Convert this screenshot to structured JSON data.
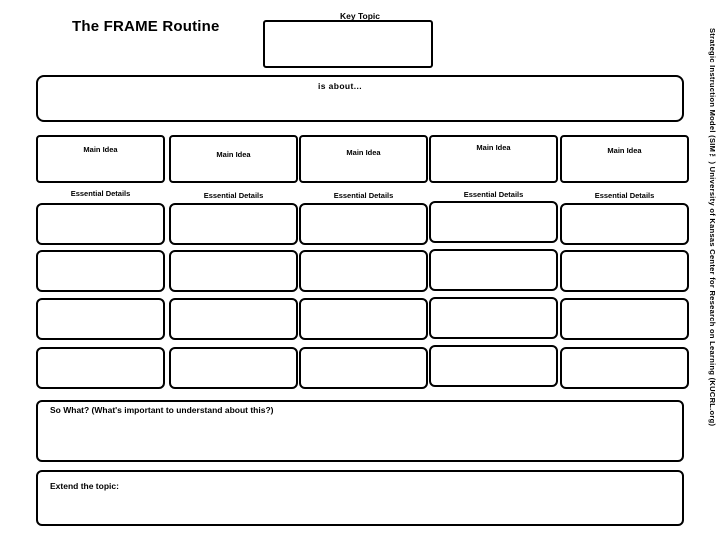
{
  "document": {
    "title": "The FRAME Routine",
    "key_topic_label": "Key Topic",
    "is_about_label": "is about...",
    "main_idea_label": "Main Idea",
    "essential_details_label": "Essential Details",
    "so_what_label": "So What?  (What's important to understand about this?)",
    "extend_label": "Extend the topic:",
    "side_credit": "Strategic Instruction Model (SIM™) University of Kansas Center for Research on Learning (KUCRL.org)",
    "columns": [
      {
        "main_idea": "Main Idea",
        "essential_details": "Essential Details"
      },
      {
        "main_idea": "Main Idea",
        "essential_details": "Essential Details"
      },
      {
        "main_idea": "Main Idea",
        "essential_details": "Essential Details"
      },
      {
        "main_idea": "Main Idea",
        "essential_details": "Essential Details"
      },
      {
        "main_idea": "Main Idea",
        "essential_details": "Essential Details"
      }
    ],
    "detail_rows": 4,
    "colors": {
      "ink": "#000000",
      "paper": "#ffffff"
    }
  }
}
